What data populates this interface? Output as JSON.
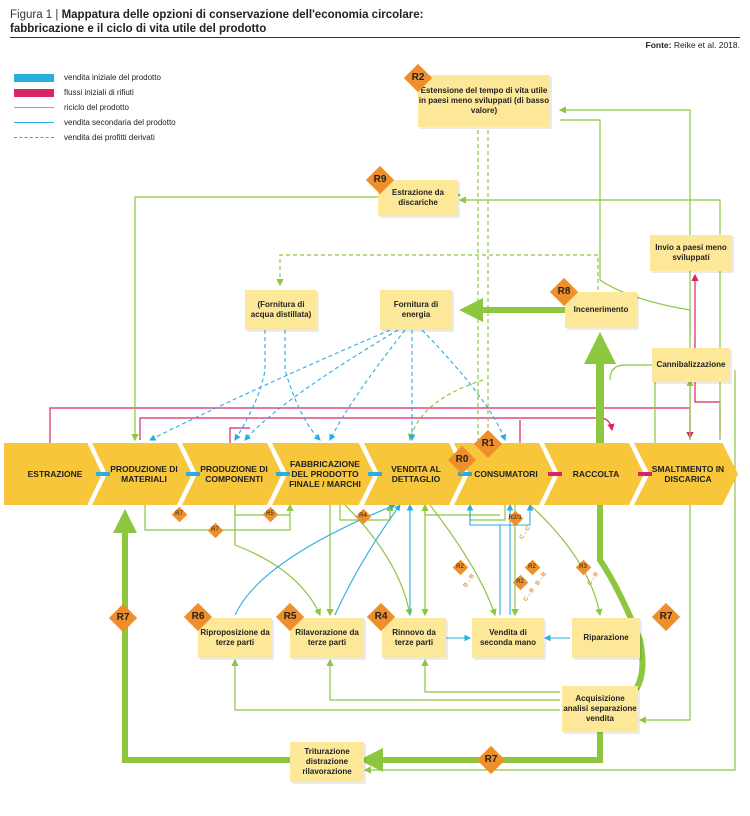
{
  "header": {
    "figure_label": "Figura 1 |",
    "title_line1": "Mappatura delle opzioni di conservazione dell'economia circolare:",
    "title_line2": "fabbricazione e il ciclo di vita utile del prodotto",
    "source_label": "Fonte:",
    "source_text": "Reike et al. 2018."
  },
  "legend": [
    {
      "label": "vendita iniziale del prodotto",
      "color": "#29aee0",
      "style": "thick"
    },
    {
      "label": "flussi iniziali di rifiuti",
      "color": "#d9236b",
      "style": "thick"
    },
    {
      "label": "riciclo del prodotto",
      "color": "#8dc63f",
      "style": "line"
    },
    {
      "label": "vendita secondaria del prodotto",
      "color": "#29aee0",
      "style": "line"
    },
    {
      "label": "vendita dei profitti derivati",
      "color": "#29aee0",
      "style": "dashed"
    }
  ],
  "colors": {
    "chevron": "#f7c63b",
    "box": "#fde89a",
    "diamond": "#ef8f2b",
    "green": "#8dc63f",
    "blue": "#29aee0",
    "pink": "#d9236b"
  },
  "chain": [
    {
      "label": "ESTRAZIONE"
    },
    {
      "label": "PRODUZIONE DI MATERIALI"
    },
    {
      "label": "PRODUZIONE DI COMPONENTI"
    },
    {
      "label": "FABBRICAZIONE DEL PRODOTTO FINALE / MARCHI"
    },
    {
      "label": "VENDITA AL DETTAGLIO"
    },
    {
      "label": "CONSUMATORI"
    },
    {
      "label": "RACCOLTA"
    },
    {
      "label": "SMALTIMENTO IN DISCARICA"
    }
  ],
  "boxes": {
    "estensione": "Estensione del tempo di vita utile in paesi meno sviluppati (di basso valore)",
    "estrazione_discariche": "Estrazione da discariche",
    "invio_paesi": "Invio a paesi meno sviluppati",
    "fornitura_acqua": "(Fornitura di acqua distillata)",
    "fornitura_energia": "Fornitura di energia",
    "incenerimento": "Incenerimento",
    "cannibalizzazione": "Cannibalizzazione",
    "riproposizione": "Riproposizione da terze parti",
    "rilavorazione": "Rilavorazione da terze parti",
    "rinnovo": "Rinnovo da terze parti",
    "seconda_mano": "Vendita di seconda mano",
    "riparazione": "Riparazione",
    "acquisizione": "Acquisizione analisi separazione vendita",
    "triturazione": "Triturazione distrazione rilavorazione"
  },
  "diamonds": {
    "r2_top": "R2",
    "r9": "R9",
    "r8": "R8",
    "r0": "R0",
    "r1": "R1",
    "r6": "R6",
    "r5": "R5",
    "r4": "R4",
    "r7_left": "R7",
    "r7_right": "R7",
    "r7_bottom": "R7"
  },
  "small_diamonds": {
    "s_r7a": "R7",
    "s_r5": "R5",
    "s_r7b": "R7",
    "s_r4": "R4",
    "s_r23": "R2/3",
    "s_r2a": "R2",
    "s_r2b": "R2",
    "s_r2c": "R2",
    "s_r3": "R3"
  },
  "flow_tags": {
    "t1": "C→C",
    "t2": "B→B",
    "t3": "B→B",
    "t4": "C→B",
    "t5": "C→B"
  }
}
